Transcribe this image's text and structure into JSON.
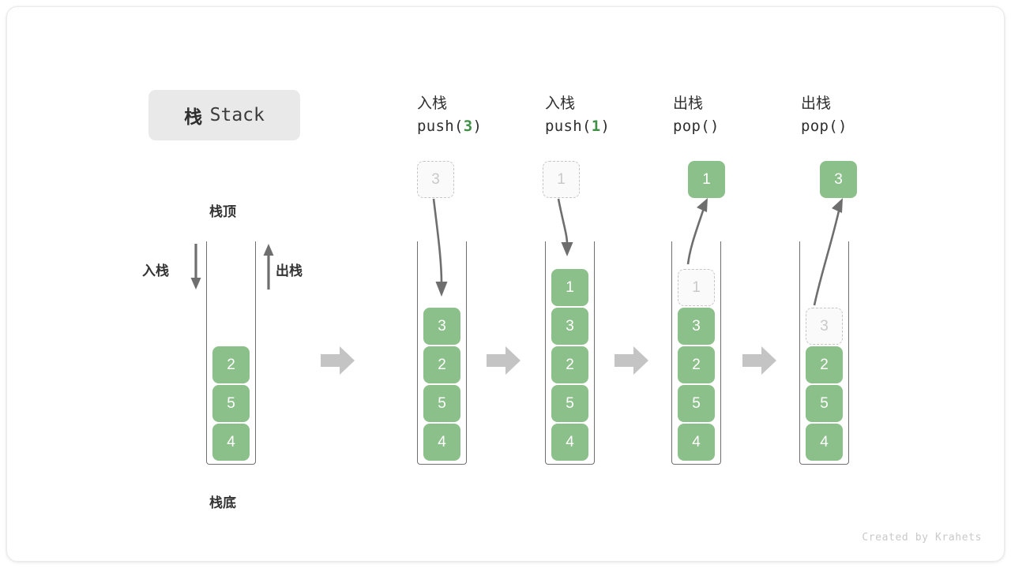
{
  "title": {
    "cn": "栈",
    "en": "Stack"
  },
  "labels": {
    "top": "栈顶",
    "bottom": "栈底",
    "push": "入栈",
    "pop": "出栈"
  },
  "credit": "Created by Krahets",
  "colors": {
    "element": "#8cc08a",
    "element_text": "#ffffff",
    "ghost_border": "#c6c6c6",
    "ghost_text": "#c9c9c9",
    "container_border": "#6f6f6f",
    "block_arrow": "#c4c4c4",
    "thin_arrow": "#6e6e6e",
    "code_number": "#3f8f46",
    "badge_background": "#e9e9e9"
  },
  "steps": [
    {
      "id": "initial",
      "op_cn": "",
      "op_code": "",
      "floating": null,
      "cells": [
        {
          "value": "2",
          "state": "solid"
        },
        {
          "value": "5",
          "state": "solid"
        },
        {
          "value": "4",
          "state": "solid"
        }
      ]
    },
    {
      "id": "push-3",
      "op_cn": "入栈",
      "op_code_prefix": "push(",
      "op_code_num": "3",
      "op_code_suffix": ")",
      "floating": {
        "value": "3",
        "state": "ghost"
      },
      "cells": [
        {
          "value": "3",
          "state": "solid"
        },
        {
          "value": "2",
          "state": "solid"
        },
        {
          "value": "5",
          "state": "solid"
        },
        {
          "value": "4",
          "state": "solid"
        }
      ]
    },
    {
      "id": "push-1",
      "op_cn": "入栈",
      "op_code_prefix": "push(",
      "op_code_num": "1",
      "op_code_suffix": ")",
      "floating": {
        "value": "1",
        "state": "ghost"
      },
      "cells": [
        {
          "value": "1",
          "state": "solid"
        },
        {
          "value": "3",
          "state": "solid"
        },
        {
          "value": "2",
          "state": "solid"
        },
        {
          "value": "5",
          "state": "solid"
        },
        {
          "value": "4",
          "state": "solid"
        }
      ]
    },
    {
      "id": "pop-1",
      "op_cn": "出栈",
      "op_code_prefix": "pop(",
      "op_code_num": "",
      "op_code_suffix": ")",
      "floating": {
        "value": "1",
        "state": "solid"
      },
      "cells": [
        {
          "value": "1",
          "state": "ghost"
        },
        {
          "value": "3",
          "state": "solid"
        },
        {
          "value": "2",
          "state": "solid"
        },
        {
          "value": "5",
          "state": "solid"
        },
        {
          "value": "4",
          "state": "solid"
        }
      ]
    },
    {
      "id": "pop-3",
      "op_cn": "出栈",
      "op_code_prefix": "pop(",
      "op_code_num": "",
      "op_code_suffix": ")",
      "floating": {
        "value": "3",
        "state": "solid"
      },
      "cells": [
        {
          "value": "3",
          "state": "ghost"
        },
        {
          "value": "2",
          "state": "solid"
        },
        {
          "value": "5",
          "state": "solid"
        },
        {
          "value": "4",
          "state": "solid"
        }
      ]
    }
  ]
}
